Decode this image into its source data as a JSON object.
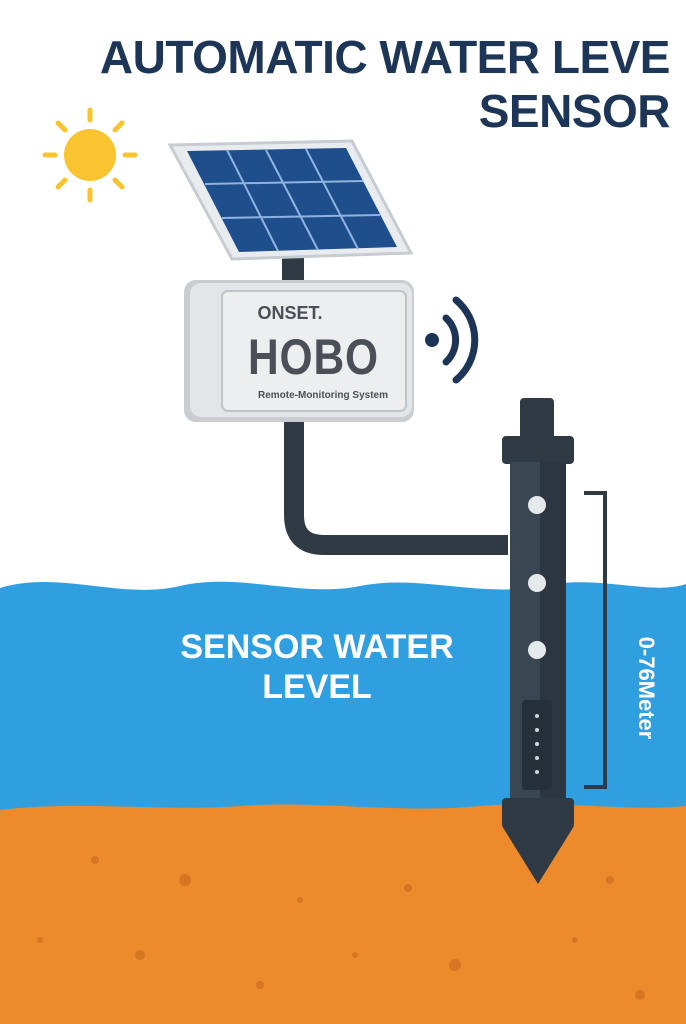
{
  "title": {
    "line1": "AUTOMATIC WATER LEVE",
    "line2": "SENSOR"
  },
  "device": {
    "brand": "ONSET.",
    "model": "HOBO",
    "subtitle": "Remote-Monitoring System"
  },
  "labels": {
    "water_line1": "SENSOR WATER",
    "water_line2": "LEVEL",
    "range": "0-76Meter"
  },
  "colors": {
    "title": "#1d3557",
    "water": "#2f9fe0",
    "soil": "#ec8a2c",
    "sun": "#f9c42f",
    "panel": "#1f4e8c",
    "sensor": "#2f3a45",
    "logger": "#d9dcdf"
  },
  "icons": [
    "sun-icon",
    "wireless-signal-icon",
    "solar-panel-icon"
  ]
}
